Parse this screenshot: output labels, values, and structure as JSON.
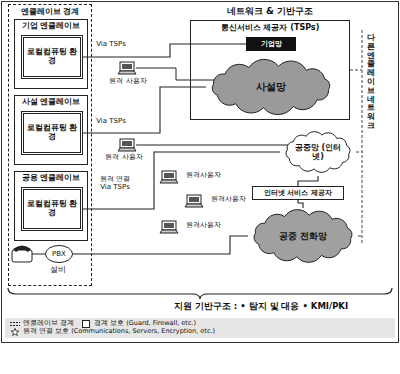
{
  "diagram": {
    "nodes": [
      {
        "text": [
          "엔클레이브 경계"
        ]
      },
      {
        "text": [
          "기업 엔클레이브"
        ],
        "in": 0
      },
      {
        "text": [
          "로컬컴퓨팅 환경"
        ],
        "in": 1
      },
      {
        "text": [
          "사설 엔클레이브"
        ],
        "in": 0
      },
      {
        "text": [
          "로컬컴퓨팅 환경"
        ],
        "in": 3
      },
      {
        "text": [
          "공용 엔클레이브"
        ],
        "in": 0
      },
      {
        "text": [
          "로컬컴퓨팅 환경"
        ],
        "in": 5
      },
      {
        "text": [
          "PBX"
        ],
        "in": 0
      },
      {
        "text": [
          "통신서비스 제공자 (TSPs)"
        ]
      },
      {
        "text": [
          "기업망"
        ],
        "in": 8
      },
      {
        "text": [
          "사설망"
        ],
        "in": 8
      },
      {
        "text": [
          "공중망 (인터넷)"
        ]
      },
      {
        "text": [
          "인터넷 서비스 제공자"
        ]
      },
      {
        "text": [
          "공중 전화망"
        ]
      }
    ],
    "edges": [
      {
        "from": 2,
        "to": 9,
        "arrow": "none"
      },
      {
        "from": 4,
        "to": 10,
        "arrow": "none"
      },
      {
        "from": 6,
        "to": 11,
        "arrow": "none"
      },
      {
        "from": 7,
        "to": 13,
        "arrow": "none"
      },
      {
        "from": 11,
        "to": 12,
        "arrow": "none"
      },
      {
        "from": 12,
        "to": 13,
        "arrow": "none"
      }
    ],
    "labels": [
      "Via TSPs",
      "원격 사용자",
      "Via TSPs",
      "원격 사용자",
      "원격 연결 Via TSPs",
      "원격사용자",
      "원격사용자",
      "원격사용자",
      "설비",
      "네트워크 & 기반구조",
      "다른 엔클레이브 네트워크",
      "지원 기반구조 : • 탐지 및 대응 • KMI/PKI"
    ],
    "legend": [
      {
        "text": "엔클레이브 경계"
      },
      {
        "text": "경계 보호 (Guard, Firewall, etc.)"
      },
      {
        "text": "원격 연결 보호 (Communications, Servers, Encryption, etc.)"
      }
    ]
  }
}
